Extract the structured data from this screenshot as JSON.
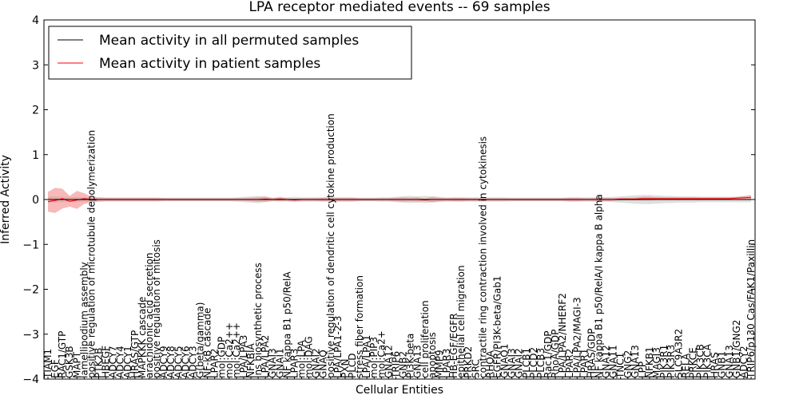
{
  "chart_data": {
    "type": "line",
    "title": "LPA receptor mediated events -- 69 samples",
    "xlabel": "Cellular Entities",
    "ylabel": "Inferred Activity",
    "ylim": [
      -4,
      4
    ],
    "yticks": [
      "4",
      "3",
      "2",
      "1",
      "0",
      "−1",
      "−2",
      "−3",
      "−4"
    ],
    "grid": false,
    "legend_position": "top-left",
    "legend": [
      {
        "label": "Mean activity in all permuted samples",
        "color": "#000000"
      },
      {
        "label": "Mean activity in patient samples",
        "color": "#ff0000"
      }
    ],
    "categories": [
      "TIAM1",
      "EGF",
      "RAC1/GTP",
      "GSK3B",
      "MAPT",
      "lamellipodium assembly",
      "positive regulation of microtubule depolymerization",
      "PTK2B",
      "HBEGF",
      "ADCY7",
      "ADCY4",
      "ADCY1",
      "HRAS/GTP",
      "MAPKKK cascade",
      "arachidonic acid secretion",
      "positive regulation of mitosis",
      "ADCY9",
      "ADCY8",
      "ADCY5",
      "ADCY6",
      "ADCY3",
      "G(beta/gamma)",
      "NF-kB cascade",
      "LPAR2",
      "mol:GDP",
      "mol:Ca2++",
      "mol:Ca2++",
      "LPA/LPA3",
      "NFKBIA",
      "Ins biosynthetic process",
      "LPA/LPA2",
      "GNAI3",
      "GNAI1",
      "NF kappa B1 p50/RelA",
      "LPAR3",
      "mol:LPA",
      "mol:DAG",
      "GNAI2",
      "GNAQ",
      "positive regulation of dendritic cell cytokine production",
      "LPA/LPA1-2-3",
      "PXN",
      "PLCD",
      "stress fiber formation",
      "LPA/LPA1",
      "mol:PIP3",
      "mol:Ca2+",
      "GNA12",
      "TRIP6",
      "GNB2",
      "PI3K-beta",
      "GNA13",
      "cell proliferation",
      "apoptosis",
      "MMP9",
      "LPAR3",
      "HB-EGF/EGFR",
      "epithelial cell migration",
      "PRKD2",
      "SRC",
      "contractile ring contraction involved in cytokinesis",
      "RHOA",
      "EGFR/PI3K-beta/Gab1",
      "GNAO1",
      "GNAI3",
      "GNAI2",
      "PLCB1",
      "PLCD2",
      "PLCB3",
      "Rac1/GDP",
      "RhoA/GDP",
      "LPA/LPA2/NHERF2",
      "LPAR2",
      "LPA/LPA2/MAGI-3",
      "LPAR1",
      "HRAS/GDP",
      "NF kappa B1 p50/RelA/I kappa B alpha",
      "GNA12",
      "GNA11",
      "TNC1",
      "GNG2",
      "GNA13",
      "LPP",
      "NFKB1",
      "MAGI3",
      "PIK3R1",
      "PIK3R3",
      "SLC9A3R2",
      "RELA",
      "PRKCE",
      "PIK3CB",
      "PIK3CA",
      "HRAS",
      "GNB1",
      "GNA13",
      "GNB1/GNG2",
      "ADCY2",
      "TRIP6/p130 Cas/FAK1/Paxillin"
    ],
    "series": [
      {
        "name": "Mean activity in all permuted samples",
        "color": "#000000",
        "values": [
          0,
          0,
          0,
          0,
          0,
          0,
          0,
          0,
          0,
          0,
          0,
          0,
          0,
          0,
          0,
          0,
          0,
          0,
          0,
          0,
          0,
          0,
          0,
          0,
          0,
          0,
          0,
          0,
          0,
          0,
          0,
          0,
          0,
          0,
          0,
          0,
          0,
          0,
          0,
          0,
          0,
          0,
          0,
          0,
          0,
          0,
          0,
          0,
          0,
          0,
          0,
          0,
          0,
          0,
          0,
          0,
          0,
          0,
          0,
          0,
          0,
          0,
          0,
          0,
          0,
          0,
          0,
          0,
          0,
          0,
          0,
          0,
          0,
          0,
          0,
          0,
          0,
          0,
          0,
          0,
          0,
          0,
          0,
          0,
          0,
          0,
          0,
          0,
          0,
          0,
          0,
          0,
          0,
          0,
          0,
          0,
          0,
          0
        ],
        "band": [
          0.06,
          0.07,
          0.06,
          0.05,
          0.06,
          0.05,
          0.05,
          0.04,
          0.04,
          0.04,
          0.04,
          0.04,
          0.04,
          0.04,
          0.04,
          0.04,
          0.04,
          0.04,
          0.04,
          0.04,
          0.04,
          0.04,
          0.04,
          0.04,
          0.04,
          0.04,
          0.05,
          0.06,
          0.07,
          0.08,
          0.06,
          0.04,
          0.04,
          0.05,
          0.06,
          0.05,
          0.05,
          0.05,
          0.05,
          0.05,
          0.05,
          0.05,
          0.05,
          0.04,
          0.04,
          0.04,
          0.05,
          0.05,
          0.06,
          0.07,
          0.08,
          0.07,
          0.08,
          0.07,
          0.06,
          0.05,
          0.05,
          0.05,
          0.05,
          0.05,
          0.05,
          0.05,
          0.05,
          0.05,
          0.04,
          0.04,
          0.04,
          0.04,
          0.04,
          0.04,
          0.04,
          0.04,
          0.05,
          0.05,
          0.05,
          0.05,
          0.05,
          0.05,
          0.06,
          0.07,
          0.08,
          0.09,
          0.1,
          0.1,
          0.09,
          0.08,
          0.08,
          0.07,
          0.07,
          0.07,
          0.06,
          0.06,
          0.06,
          0.06,
          0.06,
          0.06,
          0.06,
          0.06
        ]
      },
      {
        "name": "Mean activity in patient samples",
        "color": "#ff0000",
        "values": [
          -0.05,
          -0.02,
          0.02,
          -0.04,
          -0.01,
          0.02,
          0.0,
          0.0,
          0.0,
          0.0,
          0.0,
          0.0,
          0.0,
          0.0,
          0.0,
          0.0,
          0.0,
          0.0,
          0.0,
          0.0,
          0.0,
          0.0,
          0.0,
          0.0,
          0.0,
          0.0,
          0.0,
          0.0,
          0.0,
          0.0,
          0.01,
          0.0,
          0.01,
          0.0,
          -0.01,
          0.0,
          0.0,
          0.0,
          0.0,
          0.0,
          0.0,
          0.0,
          0.0,
          0.0,
          0.0,
          0.0,
          0.0,
          0.0,
          0.0,
          0.0,
          0.0,
          0.0,
          -0.01,
          0.0,
          0.0,
          0.0,
          0.0,
          0.0,
          0.0,
          0.0,
          0.0,
          0.0,
          0.0,
          0.0,
          0.0,
          0.0,
          0.0,
          0.0,
          0.0,
          0.0,
          0.0,
          0.0,
          0.0,
          0.0,
          0.0,
          0.0,
          0.0,
          0.0,
          0.0,
          0.01,
          0.01,
          0.01,
          0.02,
          0.02,
          0.02,
          0.02,
          0.02,
          0.02,
          0.02,
          0.02,
          0.02,
          0.02,
          0.02,
          0.02,
          0.02,
          0.03,
          0.04,
          0.05
        ],
        "band": [
          0.22,
          0.28,
          0.22,
          0.12,
          0.2,
          0.12,
          0.06,
          0.05,
          0.04,
          0.04,
          0.04,
          0.04,
          0.04,
          0.04,
          0.04,
          0.04,
          0.03,
          0.03,
          0.03,
          0.03,
          0.03,
          0.03,
          0.03,
          0.03,
          0.03,
          0.03,
          0.03,
          0.03,
          0.04,
          0.05,
          0.06,
          0.03,
          0.05,
          0.03,
          0.03,
          0.03,
          0.03,
          0.03,
          0.04,
          0.04,
          0.04,
          0.04,
          0.04,
          0.03,
          0.03,
          0.03,
          0.03,
          0.03,
          0.04,
          0.05,
          0.04,
          0.05,
          0.03,
          0.06,
          0.04,
          0.03,
          0.04,
          0.04,
          0.03,
          0.03,
          0.03,
          0.03,
          0.03,
          0.03,
          0.03,
          0.03,
          0.03,
          0.03,
          0.03,
          0.03,
          0.03,
          0.03,
          0.04,
          0.04,
          0.03,
          0.03,
          0.04,
          0.04,
          0.03,
          0.03,
          0.03,
          0.03,
          0.04,
          0.04,
          0.03,
          0.03,
          0.03,
          0.03,
          0.03,
          0.03,
          0.03,
          0.03,
          0.03,
          0.03,
          0.03,
          0.03,
          0.04,
          0.05
        ]
      }
    ]
  }
}
